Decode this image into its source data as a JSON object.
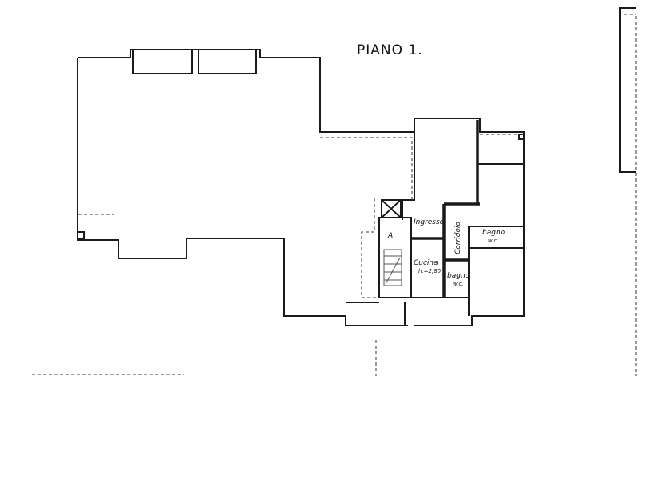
{
  "title": "PIANO 1.",
  "rooms": {
    "ingresso": "Ingresso",
    "corridoio": "Corridoio",
    "bagno_1": "bagno",
    "wc_1": "w.c.",
    "cucina": "Cucina",
    "cucina_height": "h.=2,80",
    "bagno_2": "bagno",
    "wc_2": "w.c.",
    "stair": "A."
  }
}
